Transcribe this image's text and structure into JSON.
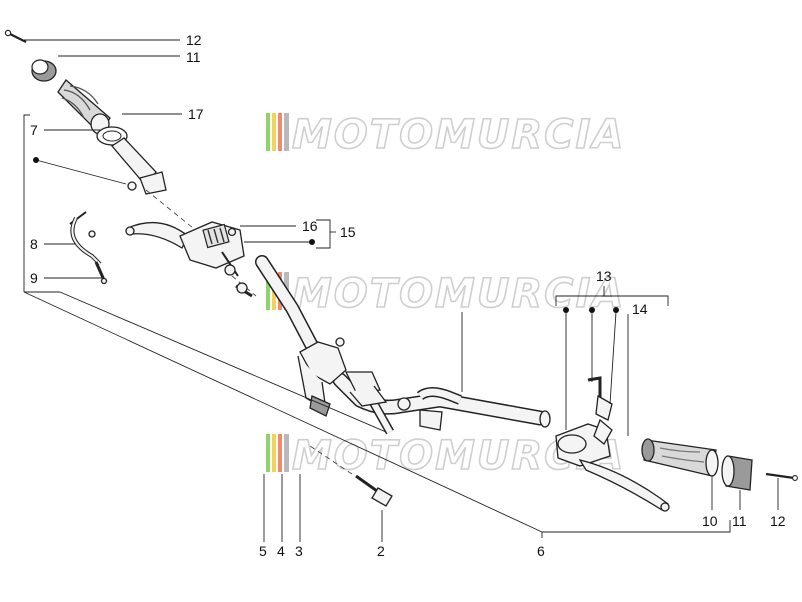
{
  "watermark": {
    "text": "MOTOMURCIA",
    "flag_colors": [
      "#8fd36b",
      "#f2d35a",
      "#ef8a6b",
      "#b9b9b9"
    ]
  },
  "callouts": {
    "c12_top": "12",
    "c11_top": "11",
    "c17": "17",
    "c7": "7",
    "c16": "16",
    "c15": "15",
    "c8": "8",
    "c9": "9",
    "c13": "13",
    "c14": "14",
    "c10": "10",
    "c11_bottom": "11",
    "c12_bottom": "12",
    "c5": "5",
    "c4": "4",
    "c3": "3",
    "c2": "2",
    "c6": "6"
  }
}
